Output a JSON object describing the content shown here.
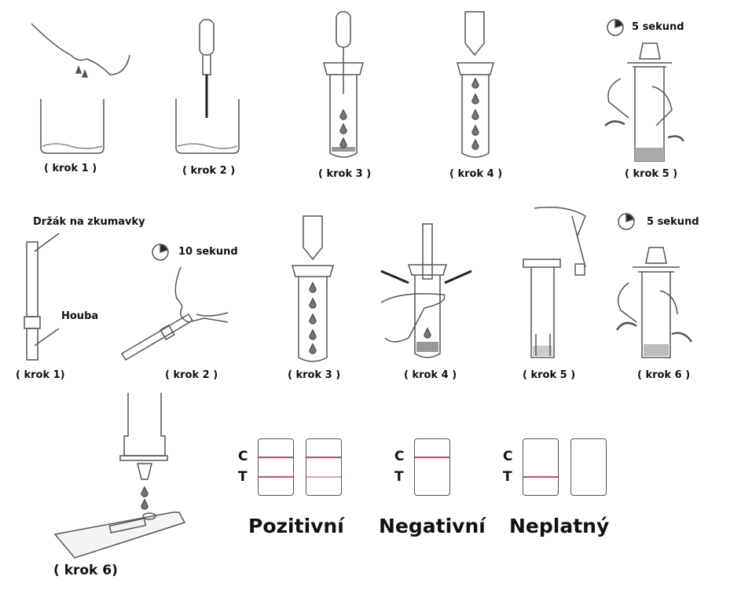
{
  "top_row": {
    "steps": [
      "( krok 1 )",
      "( krok 2 )",
      "( krok 3 )",
      "( krok 4 )",
      "( krok 5 )"
    ],
    "timer": "5 sekund"
  },
  "middle_row": {
    "holder_label": "Držák na zkumavky",
    "sponge_label": "Houba",
    "timer_10": "10 sekund",
    "timer_5": "5 sekund",
    "steps": [
      "( krok 1)",
      "( krok 2 )",
      "( krok 3 )",
      "( krok 4 )",
      "( krok 5 )",
      "( krok 6 )"
    ]
  },
  "bottom_row": {
    "step": "( krok 6)",
    "c_label": "C",
    "t_label": "T",
    "results": [
      "Pozitivní",
      "Negativní",
      "Neplatný"
    ]
  },
  "colors": {
    "line": "#d9486a",
    "stroke": "#555555"
  }
}
